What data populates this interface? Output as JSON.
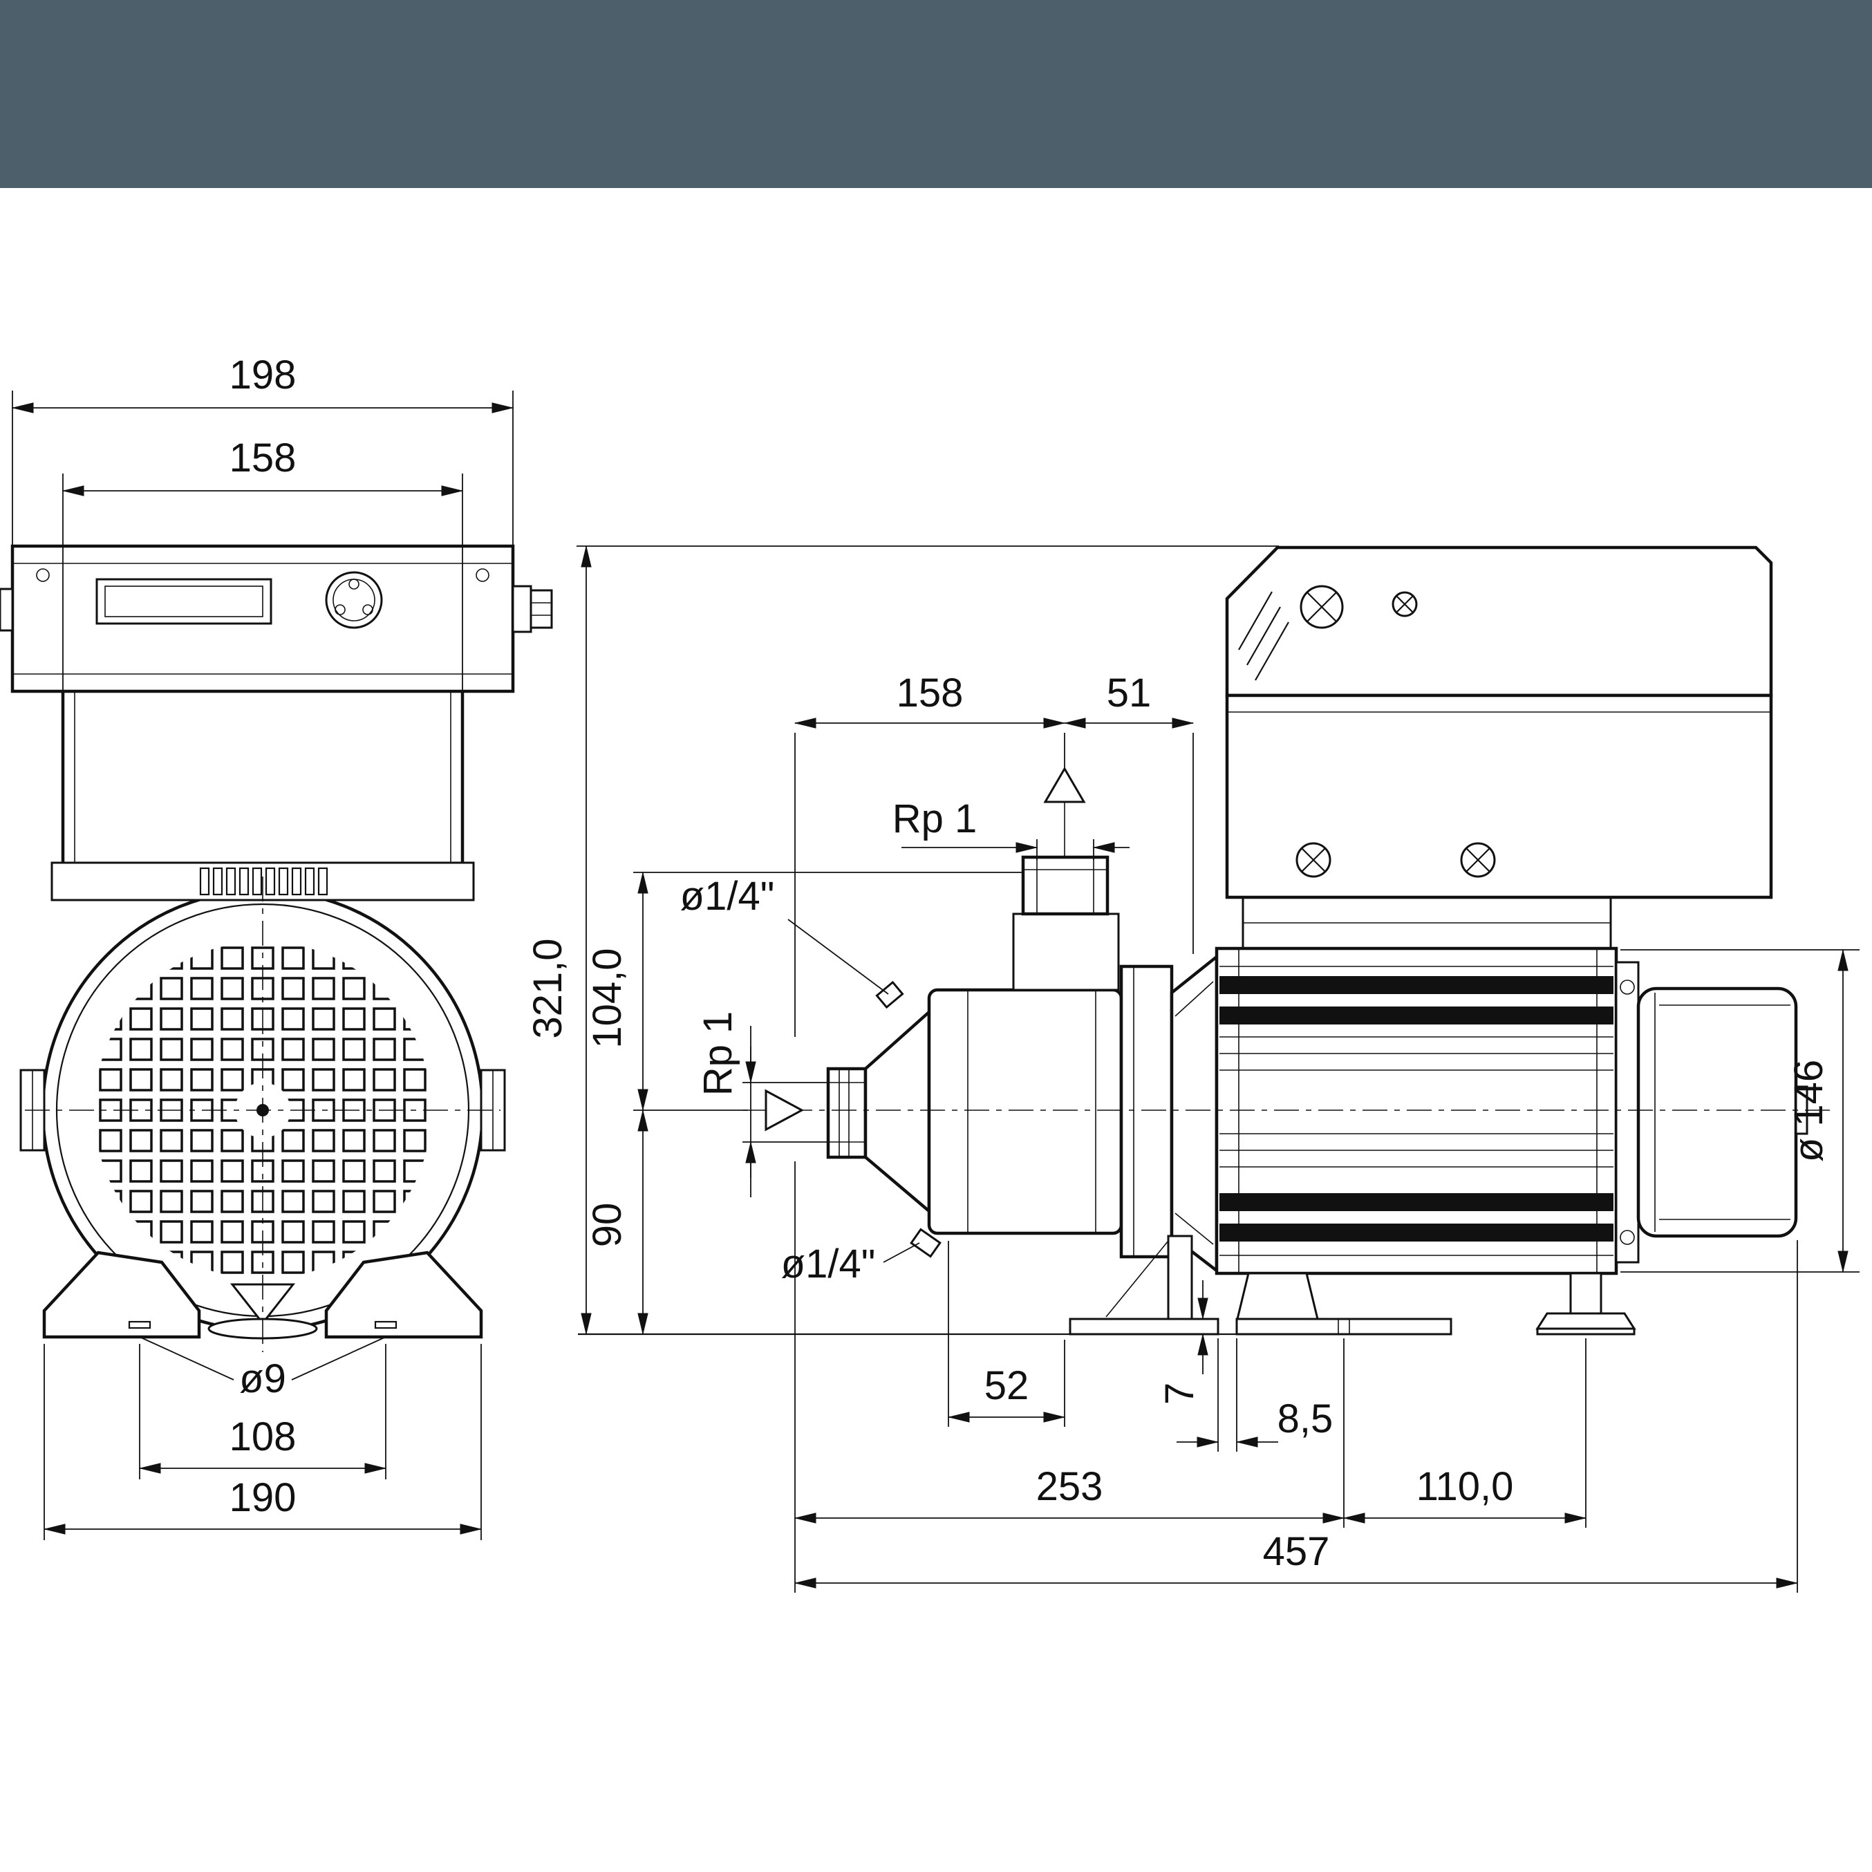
{
  "header": {
    "band_color": "#4d5f6a"
  },
  "front_view": {
    "dim_width_outer": "198",
    "dim_width_inner": "158",
    "dim_foot_holes": "ø9",
    "dim_hole_spacing": "108",
    "dim_foot_width": "190"
  },
  "side_view": {
    "dim_top_left": "158",
    "dim_top_right": "51",
    "dim_height_total": "321,0",
    "dim_height_discharge": "104,0",
    "dim_axis_height": "90",
    "label_discharge_port": "Rp 1",
    "label_suction_port": "Rp 1",
    "label_vent_plug": "ø1/4\"",
    "label_drain_plug": "ø1/4\"",
    "dim_foot_offset": "52",
    "dim_foot_plate": "7",
    "dim_foot_gap": "8,5",
    "dim_length_front": "253",
    "dim_length_rear": "110,0",
    "dim_length_total": "457",
    "dim_motor_dia": "ø 146"
  }
}
